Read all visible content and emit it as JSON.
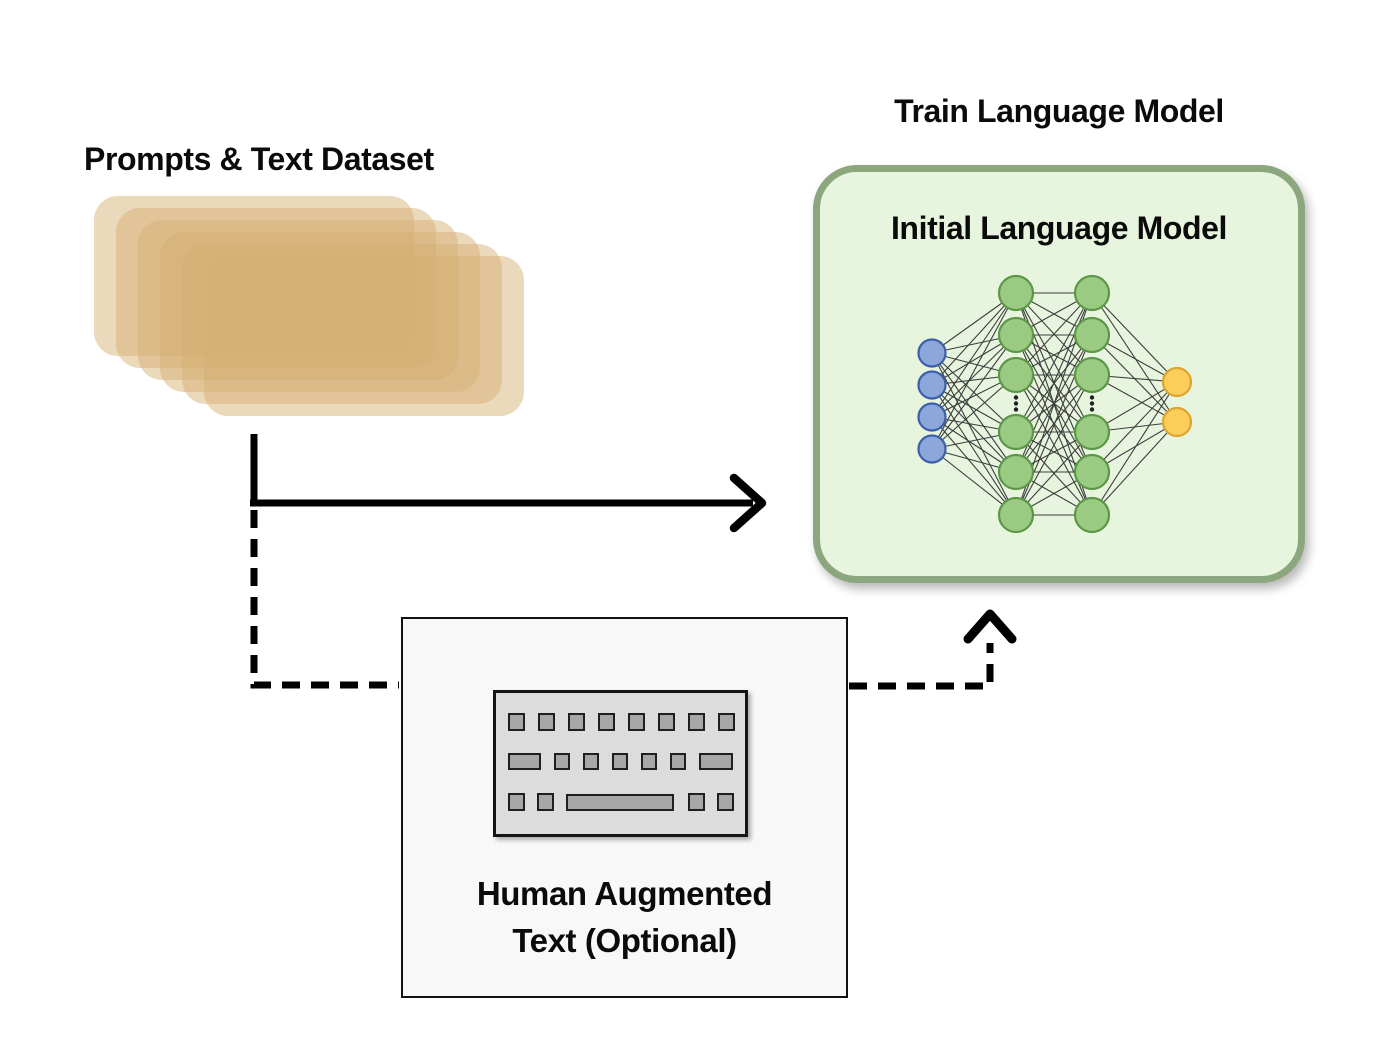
{
  "dataset_stack": {
    "title": "Prompts & Text Dataset",
    "card_count": 6,
    "card_color": "#D5B073",
    "card_opacity": 0.48
  },
  "train_section": {
    "title": "Train Language Model",
    "box_label": "Initial Language Model",
    "box_fill": "#E8F5DE",
    "box_border": "#8CA67E"
  },
  "network": {
    "edge_color": "#3d3d3d",
    "dots_color": "#222222",
    "layers": [
      {
        "name": "input",
        "count": 4,
        "fill": "#8EA7DB",
        "stroke": "#3D5EA8",
        "gap_dots": false
      },
      {
        "name": "hidden-1",
        "count": 6,
        "fill": "#9BCB83",
        "stroke": "#5C9747",
        "gap_dots": true
      },
      {
        "name": "hidden-2",
        "count": 6,
        "fill": "#9BCB83",
        "stroke": "#5C9747",
        "gap_dots": true
      },
      {
        "name": "output",
        "count": 2,
        "fill": "#FBCD5A",
        "stroke": "#DFA42E",
        "gap_dots": false
      }
    ]
  },
  "human_box": {
    "label_line1": "Human Augmented",
    "label_line2": "Text (Optional)",
    "fill": "#F8F8F8",
    "border": "#111111",
    "icon": "keyboard-icon",
    "keyboard_body": "#DCDCDC",
    "keyboard_key": "#A7A7A7"
  },
  "arrows": {
    "color": "#000000"
  }
}
